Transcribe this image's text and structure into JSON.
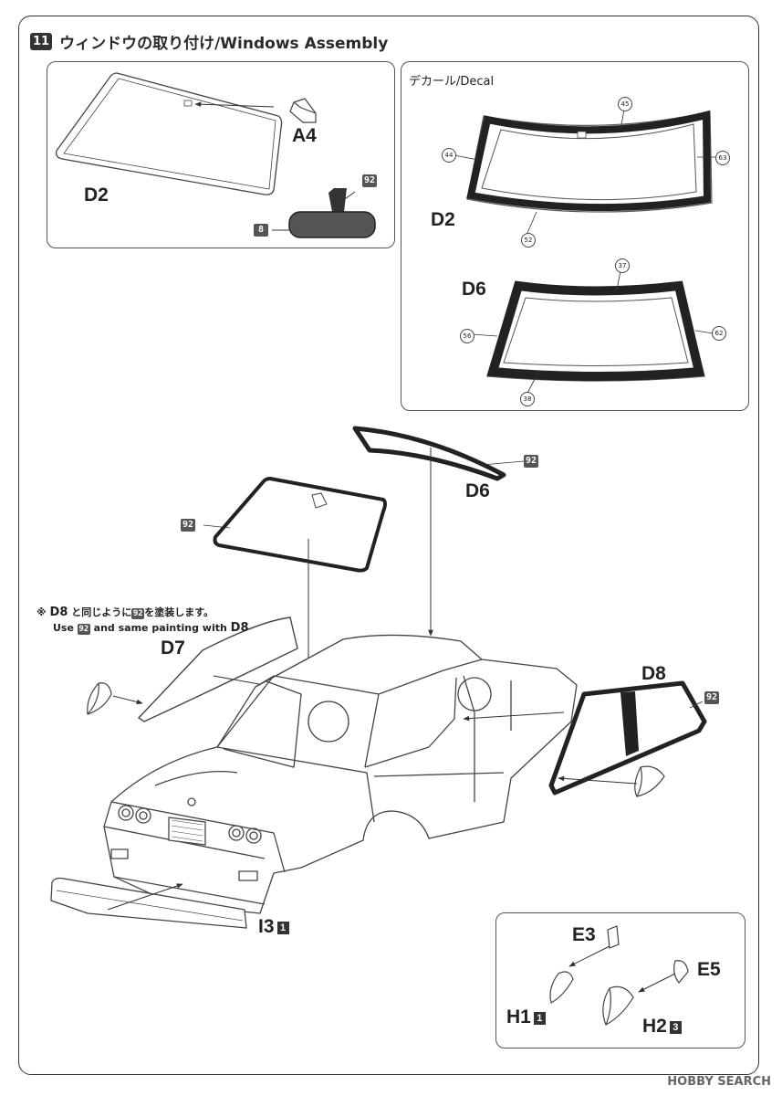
{
  "step": {
    "number": "11",
    "title": "ウィンドウの取り付け/Windows Assembly"
  },
  "decal_panel": {
    "label": "デカール/Decal"
  },
  "parts": {
    "d2_left": "D2",
    "a4": "A4",
    "d2_decal": "D2",
    "d6_decal": "D6",
    "d6_main": "D6",
    "d7": "D7",
    "d8": "D8",
    "i3": "I3",
    "i3_num": "1",
    "e3": "E3",
    "e5": "E5",
    "h1": "H1",
    "h1_num": "1",
    "h2": "H2",
    "h2_num": "3"
  },
  "paint_codes": {
    "mirror_92": "92",
    "mirror_8": "8",
    "windshield_92": "92",
    "d6_92": "92",
    "d8_92": "92"
  },
  "decal_numbers": {
    "d2_top": "45",
    "d2_left": "44",
    "d2_right": "63",
    "d2_bottom": "52",
    "d6_top": "37",
    "d6_left": "56",
    "d6_right": "62",
    "d6_bottom": "38"
  },
  "note": {
    "mark": "※",
    "part": "D8",
    "jp_mid": "と同じように",
    "code": "92",
    "jp_end": "を塗装します。",
    "en_pre": "Use",
    "en_code": "92",
    "en_mid": "and same painting with",
    "en_part": "D8"
  },
  "watermark": "HOBBY SEARCH"
}
